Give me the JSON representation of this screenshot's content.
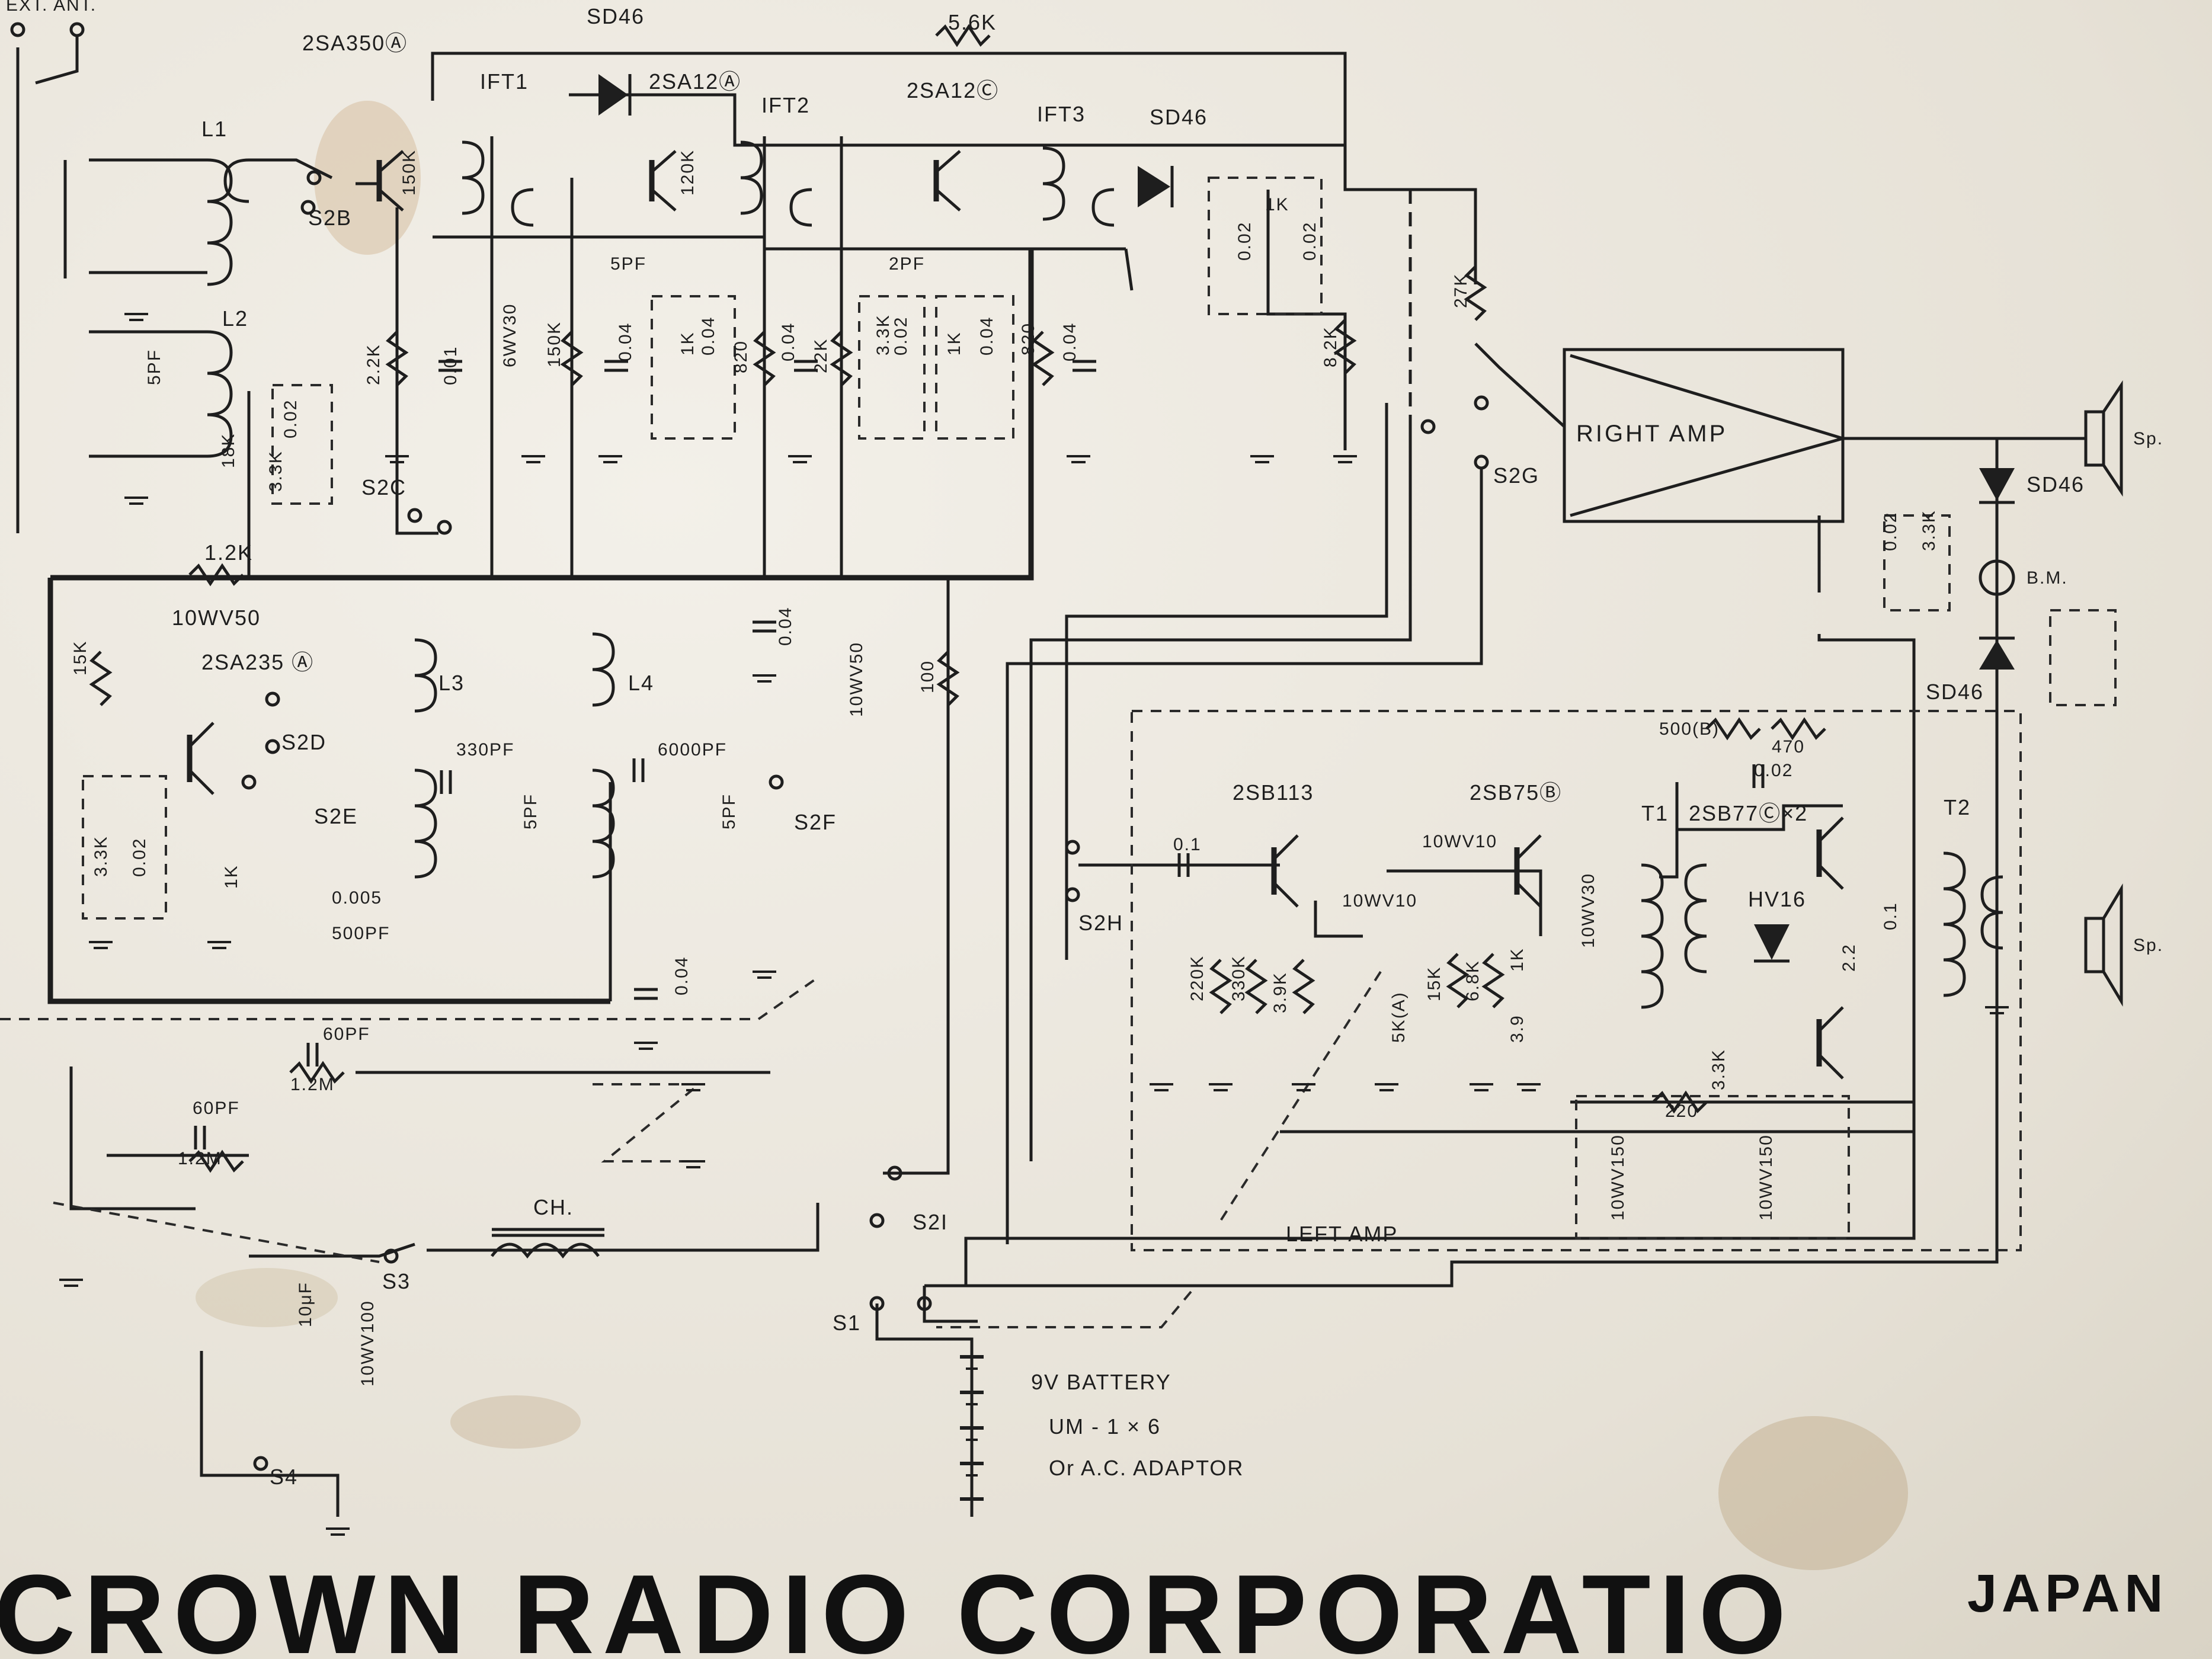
{
  "schematic": {
    "antenna_label": "EXT. ANT.",
    "transistors": [
      "2SA350Ⓐ",
      "2SA12Ⓐ",
      "2SA12Ⓒ",
      "2SA235 Ⓐ",
      "2SB113",
      "2SB75Ⓑ",
      "2SB77Ⓒ×2"
    ],
    "transformers": [
      "IFT1",
      "IFT2",
      "IFT3"
    ],
    "coils": [
      "L1",
      "L2",
      "L3",
      "L4",
      "T1",
      "T2",
      "CH."
    ],
    "diodes": [
      "SD46",
      "SD46",
      "SD46",
      "SD46",
      "HV16"
    ],
    "switches": [
      "S2B",
      "S2C",
      "S2D",
      "S2E",
      "S2F",
      "S2G",
      "S2H",
      "S2I",
      "S1",
      "S3",
      "S4"
    ],
    "blocks": {
      "right_amp": "RIGHT AMP",
      "left_amp": "LEFT AMP"
    },
    "meter": "B.M.",
    "speaker": "Sp.",
    "component_values": [
      "5.6K",
      "150K",
      "120K",
      "2.2K",
      "0.01",
      "5PF",
      "2PF",
      "1K",
      "0.02",
      "0.02",
      "6WV30",
      "150K",
      "0.04",
      "1K",
      "0.04",
      "820",
      "0.04",
      "22K",
      "3.3K",
      "0.02",
      "1K",
      "0.04",
      "820",
      "0.04",
      "8.2K",
      "27K",
      "18K",
      "0.02",
      "3.3K",
      "5PF",
      "1.2K",
      "10WV50",
      "15K",
      "3.3K",
      "0.02",
      "1K",
      "0.005",
      "500PF",
      "330PF",
      "5PF",
      "6000PF",
      "5PF",
      "0.04",
      "0.04",
      "10WV50",
      "100",
      "60PF",
      "1.2M",
      "60PF",
      "1.2M",
      "10μF",
      "10WV100",
      "0.1",
      "220K",
      "330K",
      "3.9K",
      "10WV10",
      "5K(A)",
      "10WV10",
      "15K",
      "6.8K",
      "1K",
      "3.9",
      "10WV30",
      "500(B)",
      "470",
      "0.02",
      "2.2",
      "0.1",
      "3.3K",
      "220",
      "10WV150",
      "10WV150",
      "0.02",
      "3.3K"
    ],
    "battery_lines": [
      "9V BATTERY",
      "UM - 1 × 6",
      "Or A.C. ADAPTOR"
    ]
  },
  "footer": {
    "company": "CROWN RADIO CORPORATIO",
    "country": "JAPAN"
  }
}
